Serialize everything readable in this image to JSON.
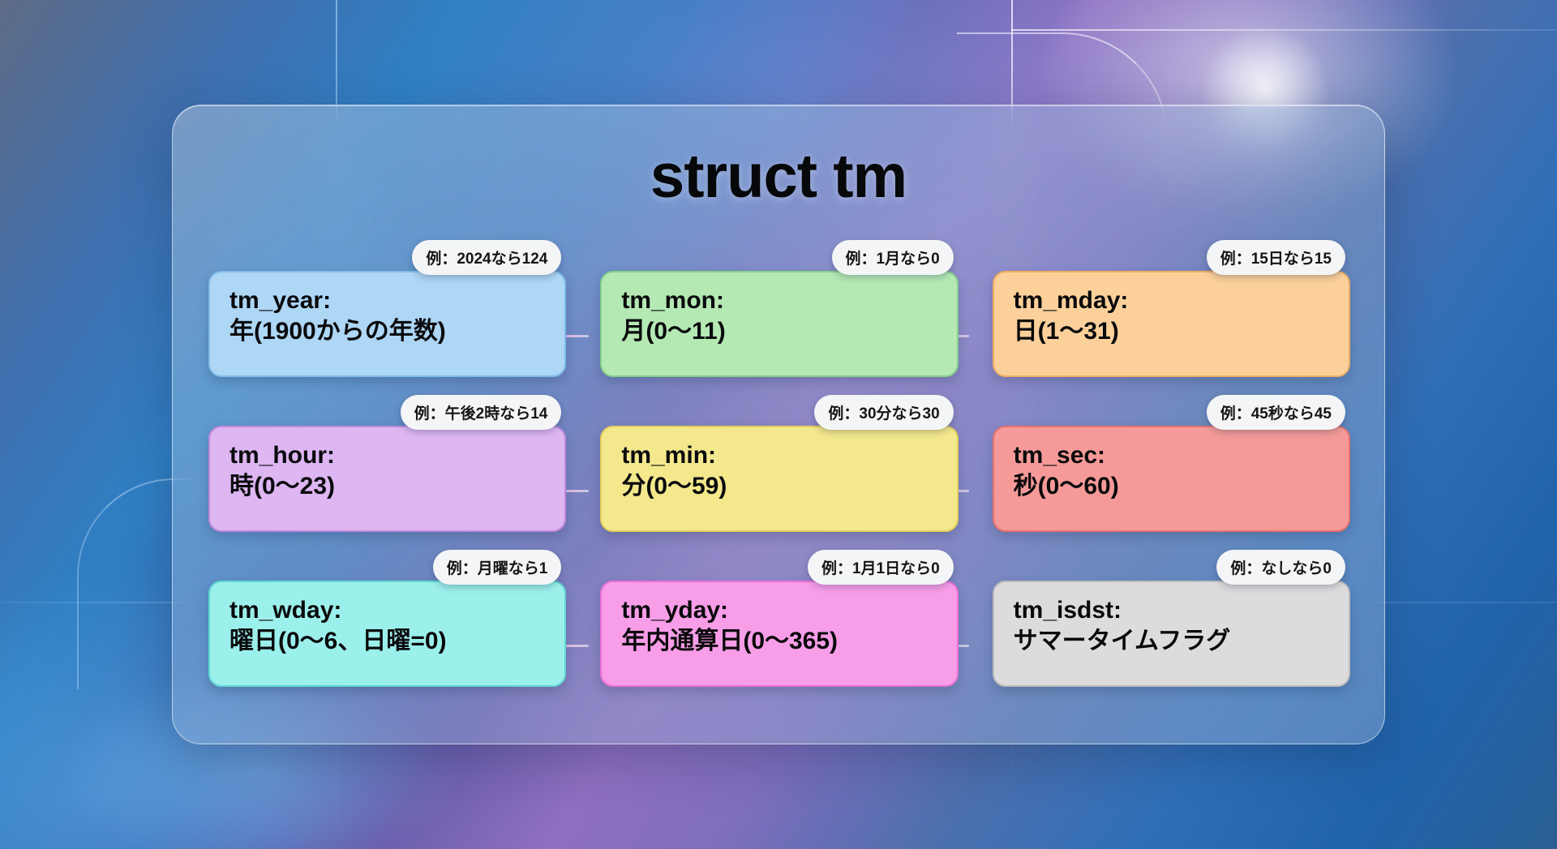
{
  "panel": {
    "title": "struct tm"
  },
  "cards": [
    {
      "name": "tm_year",
      "title": "tm_year:",
      "desc": "年(1900からの年数)",
      "badge": "例：2024なら124",
      "color": "#aed6f5",
      "border": "#7fbde8"
    },
    {
      "name": "tm_mon",
      "title": "tm_mon:",
      "desc": "月(0〜11)",
      "badge": "例：1月なら0",
      "color": "#b4e9b4",
      "border": "#85cf8a"
    },
    {
      "name": "tm_mday",
      "title": "tm_mday:",
      "desc": "日(1〜31)",
      "badge": "例：15日なら15",
      "color": "#fbd09a",
      "border": "#eeae63"
    },
    {
      "name": "tm_hour",
      "title": "tm_hour:",
      "desc": "時(0〜23)",
      "badge": "例：午後2時なら14",
      "color": "#ddb6f2",
      "border": "#c088dd"
    },
    {
      "name": "tm_min",
      "title": "tm_min:",
      "desc": "分(0〜59)",
      "badge": "例：30分なら30",
      "color": "#f4e88c",
      "border": "#e2d05a"
    },
    {
      "name": "tm_sec",
      "title": "tm_sec:",
      "desc": "秒(0〜60)",
      "badge": "例：45秒なら45",
      "color": "#f59a98",
      "border": "#e8706e"
    },
    {
      "name": "tm_wday",
      "title": "tm_wday:",
      "desc": "曜日(0〜6、日曜=0)",
      "badge": "例：月曜なら1",
      "color": "#9cf0ec",
      "border": "#5fd8d3"
    },
    {
      "name": "tm_yday",
      "title": "tm_yday:",
      "desc": "年内通算日(0〜365)",
      "badge": "例：1月1日なら0",
      "color": "#f89de8",
      "border": "#ec6fd7"
    },
    {
      "name": "tm_isdst",
      "title": "tm_isdst:",
      "desc": "サマータイムフラグ",
      "badge": "例：なしなら0",
      "color": "#dcdcdc",
      "border": "#bdbdbd"
    }
  ]
}
